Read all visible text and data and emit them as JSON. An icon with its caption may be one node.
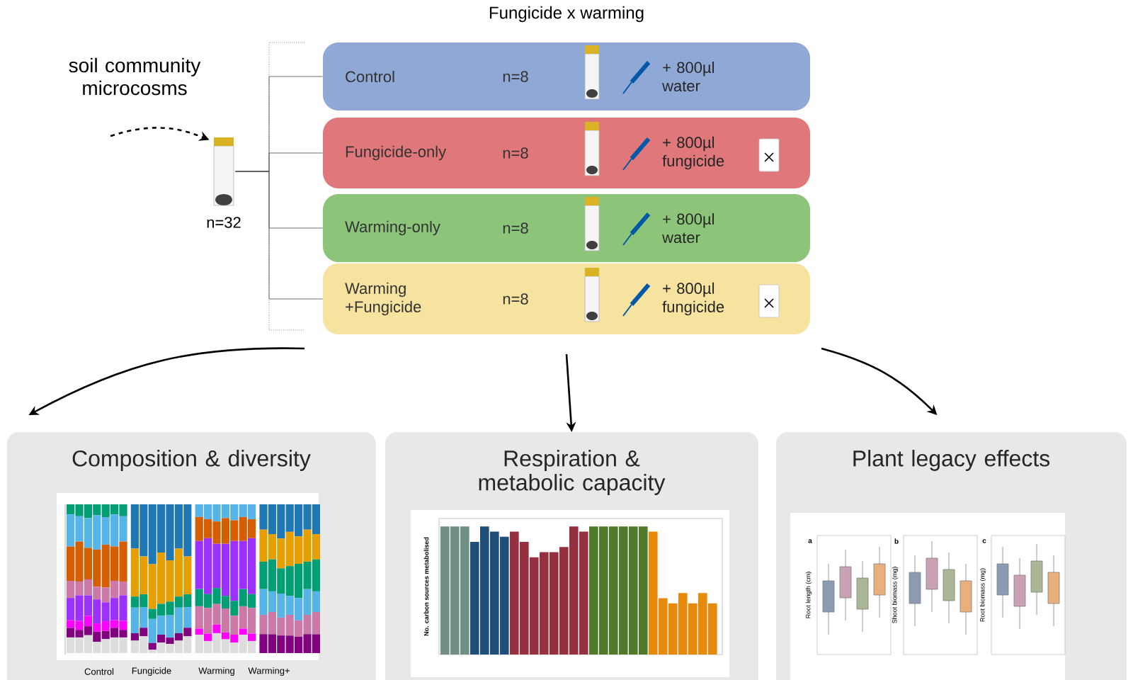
{
  "diagram": {
    "title": "Fungicide x warming",
    "nodes": [
      {
        "text": [],
        "shape": "picture",
        "beside": [
          "n=32"
        ]
      },
      {
        "text": [
          "Control",
          "n=8",
          "+ 800µl water"
        ]
      },
      {
        "text": [
          "Fungicide-only",
          "n=8",
          "+ 800µl fungicide"
        ]
      },
      {
        "text": [
          "Warming-only",
          "n=8",
          "+ 800µl water"
        ]
      },
      {
        "text": [
          "Warming +Fungicide",
          "n=8",
          "+ 800µl fungicide"
        ]
      },
      {
        "text": [
          "Composition & diversity"
        ]
      },
      {
        "text": [
          "Respiration & metabolic capacity"
        ]
      },
      {
        "text": [
          "Plant legacy effects"
        ]
      }
    ],
    "edges": [
      {
        "from": null,
        "to": 0,
        "arrow": "to",
        "style": "dashed"
      },
      {
        "from": 0,
        "to": 1,
        "arrow": "none"
      },
      {
        "from": 0,
        "to": 2,
        "arrow": "none"
      },
      {
        "from": 0,
        "to": 3,
        "arrow": "none"
      },
      {
        "from": 0,
        "to": 4,
        "arrow": "none"
      },
      {
        "from": null,
        "to": 5,
        "arrow": "to"
      },
      {
        "from": null,
        "to": 6,
        "arrow": "to"
      },
      {
        "from": null,
        "to": 7,
        "arrow": "to"
      }
    ],
    "labels": [
      "soil community microcosms",
      "Control",
      "Fungicide",
      "Warming",
      "Warming+",
      "No. carbon sources metabolised",
      "a",
      "Root length (cm)",
      "b",
      "Shoot biomass (mg)",
      "c",
      "Root biomass (mg)"
    ]
  }
}
